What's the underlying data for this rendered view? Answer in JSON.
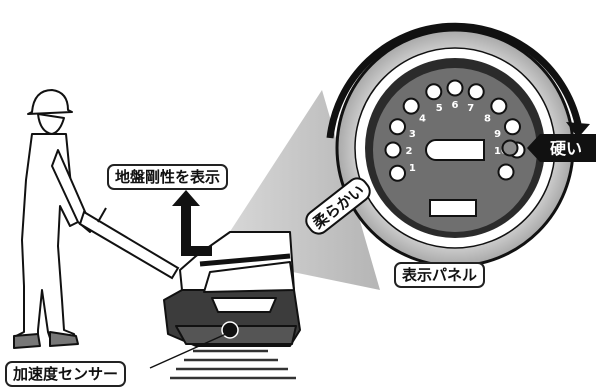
{
  "labels": {
    "ground_stiffness": "地盤剛性を表示",
    "display_panel": "表示パネル",
    "acceleration_sensor": "加速度センサー",
    "soft": "柔らかい",
    "hard": "硬い"
  },
  "gauge": {
    "scale": [
      "1",
      "2",
      "3",
      "4",
      "5",
      "6",
      "7",
      "8",
      "9",
      "10"
    ]
  },
  "colors": {
    "panel_face": "#6f6f6f",
    "bezel": "#2b2b2b",
    "outline": "#111111",
    "machine_dark": "#3c3c3c"
  }
}
